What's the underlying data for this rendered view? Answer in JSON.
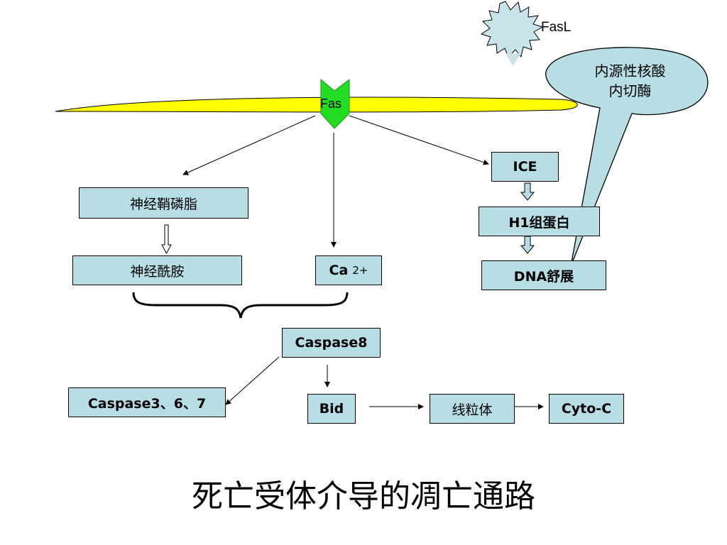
{
  "ligand": {
    "label": "FasL"
  },
  "receptor": {
    "label": "Fas"
  },
  "callout": {
    "line1": "内源性核酸",
    "line2": "内切酶"
  },
  "nodes": {
    "sphingomyelin": "神经鞘磷脂",
    "ceramide": "神经酰胺",
    "calcium": "Ca",
    "calcium_charge": "2+",
    "ice": "ICE",
    "h1": "H1组蛋白",
    "dna": "DNA舒展",
    "caspase8": "Caspase8",
    "caspase367": "Caspase3、6、7",
    "bid": "Bid",
    "mitochondria": "线粒体",
    "cytoc": "Cyto-C"
  },
  "title": "死亡受体介导的凋亡通路",
  "colors": {
    "box_fill": "#b7dde5",
    "membrane": "#ffff00",
    "receptor": "#22dd22",
    "ligand": "#c9e3ea"
  }
}
